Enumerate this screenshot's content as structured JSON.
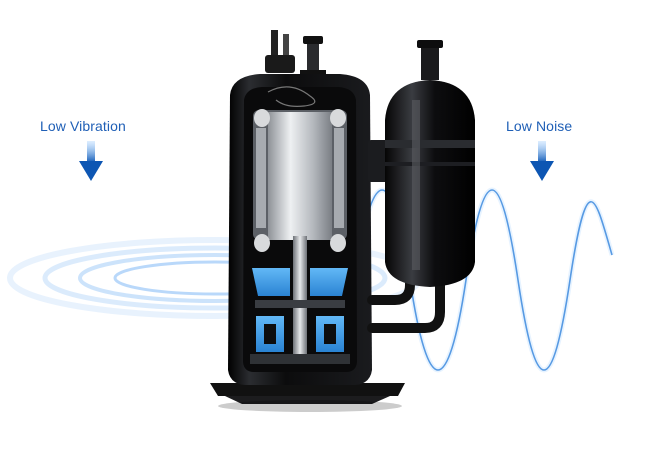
{
  "labels": {
    "left": "Low Vibration",
    "right": "Low Noise"
  },
  "icons": {
    "left_arrow": "down-arrow-icon",
    "right_arrow": "down-arrow-icon"
  },
  "colors": {
    "label_text": "#1f5fb6",
    "arrow_top": "#8fc6ff",
    "arrow_bottom": "#0d56b3",
    "wave": "#2a7bd6",
    "accent_blue": "#49a7f0",
    "compressor_body": "#0c0c0d",
    "motor_silver": "#c9ccd0"
  },
  "product": {
    "type": "rotary-compressor-cutaway"
  }
}
